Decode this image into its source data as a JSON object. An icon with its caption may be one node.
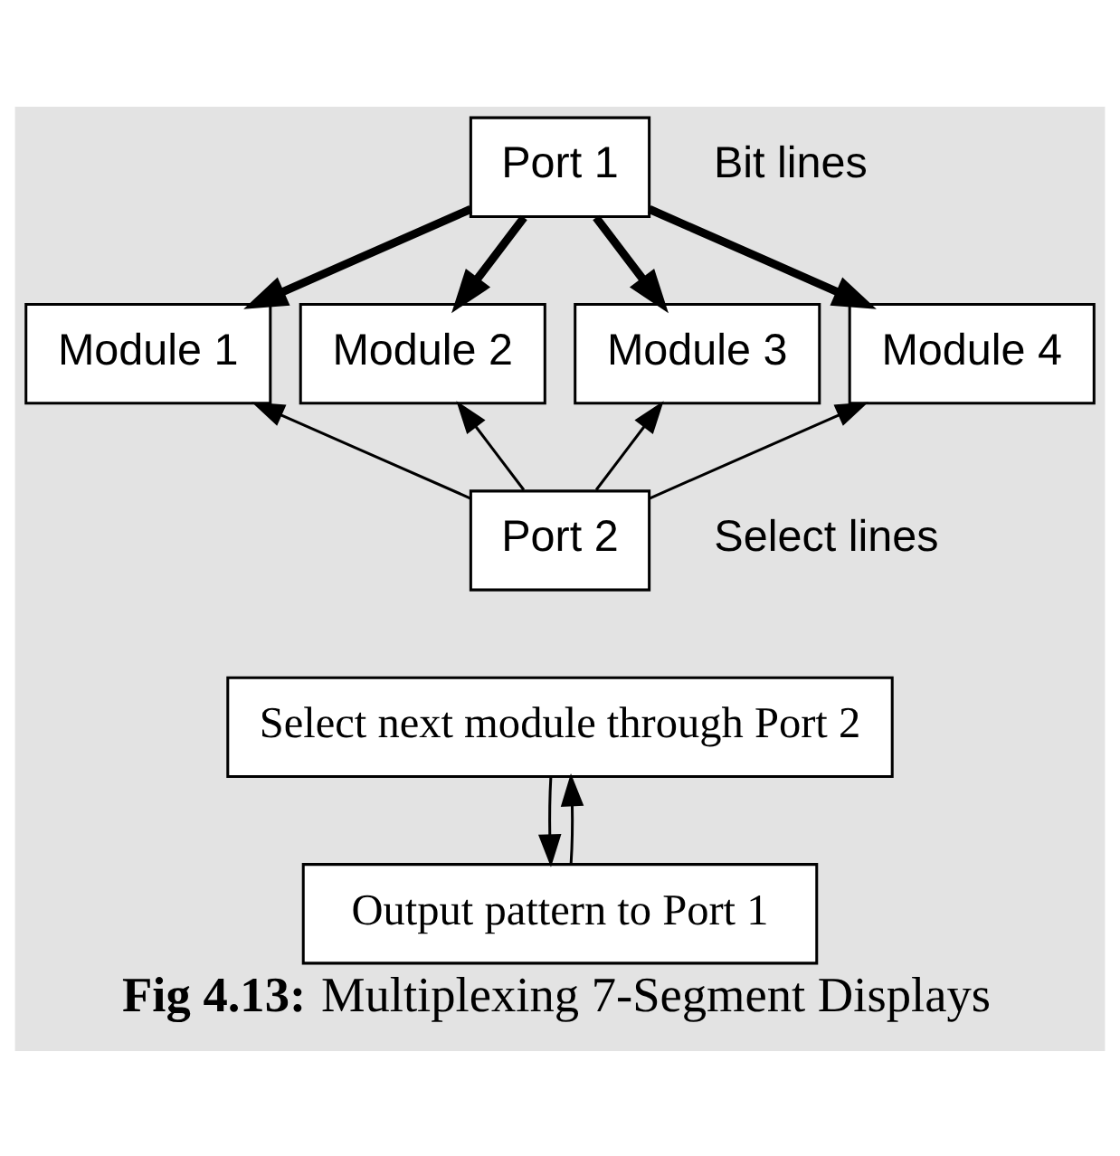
{
  "diagram": {
    "caption": "**Fig 4.13:** Multiplexing 7-Segment Displays",
    "nodes": [
      {
        "text": [
          "Port 1"
        ]
      },
      {
        "text": [
          "Module 1"
        ]
      },
      {
        "text": [
          "Module 2"
        ]
      },
      {
        "text": [
          "Module 3"
        ]
      },
      {
        "text": [
          "Module 4"
        ]
      },
      {
        "text": [
          "Port 2"
        ]
      },
      {
        "text": [
          "Select next module through Port 2"
        ]
      },
      {
        "text": [
          "Output pattern to Port 1"
        ]
      }
    ],
    "edges": [
      {
        "from": 0,
        "to": 1,
        "arrow": "to",
        "style": "thick"
      },
      {
        "from": 0,
        "to": 2,
        "arrow": "to",
        "style": "thick"
      },
      {
        "from": 0,
        "to": 3,
        "arrow": "to",
        "style": "thick"
      },
      {
        "from": 0,
        "to": 4,
        "arrow": "to",
        "style": "thick"
      },
      {
        "from": 5,
        "to": 1,
        "arrow": "to"
      },
      {
        "from": 5,
        "to": 2,
        "arrow": "to"
      },
      {
        "from": 5,
        "to": 3,
        "arrow": "to"
      },
      {
        "from": 5,
        "to": 4,
        "arrow": "to"
      },
      {
        "from": 6,
        "to": 7,
        "arrow": "to"
      },
      {
        "from": 7,
        "to": 6,
        "arrow": "to"
      }
    ],
    "labels": [
      "Bit lines",
      "Select lines"
    ]
  }
}
